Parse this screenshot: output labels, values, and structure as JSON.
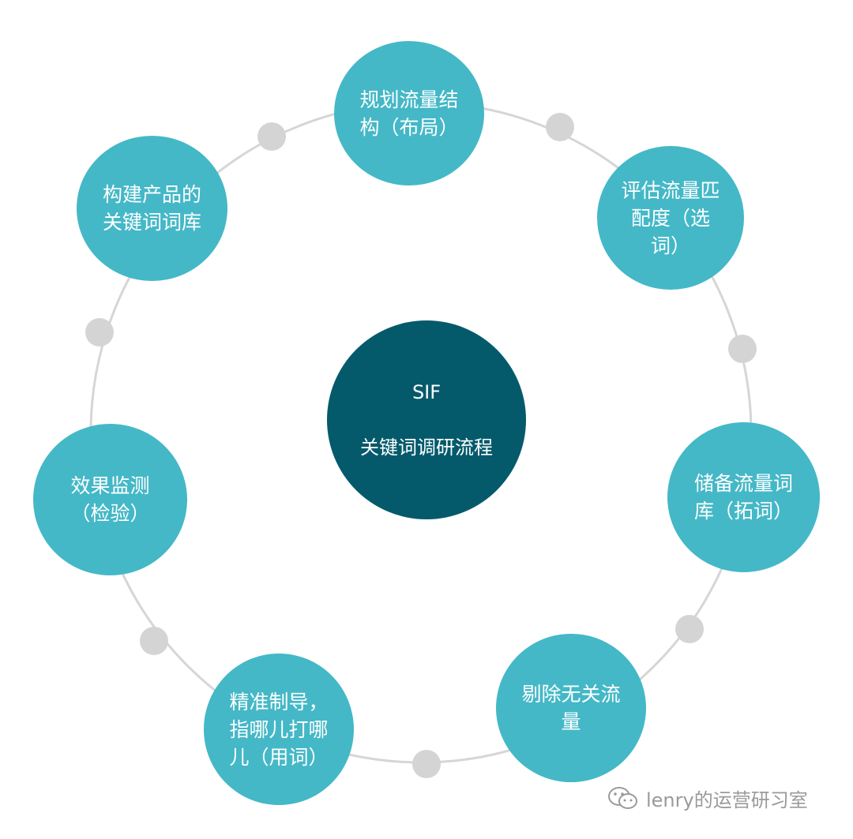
{
  "center": {
    "line1": "SIF",
    "line2": "关键词调研流程"
  },
  "nodes": [
    {
      "label": "规划流量结\n构（布局）"
    },
    {
      "label": "评估流量匹\n配度（选\n词）"
    },
    {
      "label": "储备流量词\n库（拓词）"
    },
    {
      "label": "剔除无关流\n量"
    },
    {
      "label": "精准制导，\n指哪儿打哪\n儿（用词）"
    },
    {
      "label": "效果监测\n（检验）"
    },
    {
      "label": "构建产品的\n关键词词库"
    }
  ],
  "watermark": {
    "text": "lenry的运营研习室",
    "icon": "wechat-icon"
  },
  "colors": {
    "node": "#44b8c7",
    "center": "#045a6b",
    "ring": "#d6d6d6",
    "dot": "#d4d4d4"
  }
}
